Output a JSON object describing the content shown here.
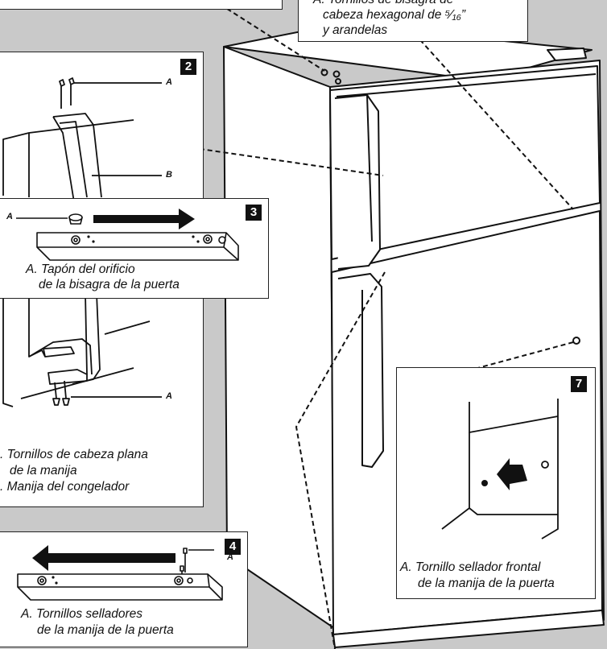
{
  "callout_top": {
    "line1": "A. Tornillos de bisagra de",
    "line2": "cabeza hexagonal de ⁵⁄₁₆”",
    "line3": "y arandelas"
  },
  "panel2": {
    "number": "2",
    "label_a_top": "A",
    "label_b": "B",
    "label_a_bottom": "A",
    "caption_a_line1": ". Tornillos de cabeza plana",
    "caption_a_line2": "de la manija",
    "caption_b": ". Manija del congelador"
  },
  "panel3": {
    "number": "3",
    "label_a": "A",
    "caption_line1": "A. Tapón del orificio",
    "caption_line2": "de la bisagra de la puerta"
  },
  "panel4": {
    "number": "4",
    "label_a": "A",
    "caption_line1": "A. Tornillos selladores",
    "caption_line2": "de la manija de la puerta"
  },
  "panel7": {
    "number": "7",
    "caption_line1": "A. Tornillo sellador frontal",
    "caption_line2": "de la manija de la puerta"
  }
}
